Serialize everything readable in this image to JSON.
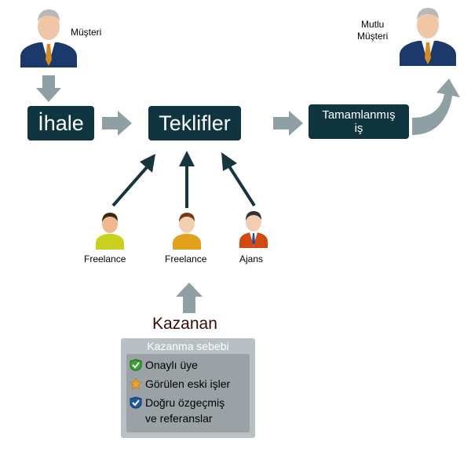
{
  "people": {
    "client_label": "Müşteri",
    "happy_client_label": "Mutlu\nMüşteri",
    "freelance1_label": "Freelance",
    "freelance2_label": "Freelance",
    "agency_label": "Ajans"
  },
  "flow": {
    "tender": "İhale",
    "offers": "Teklifler",
    "completed": "Tamamlanmış\niş"
  },
  "winner": {
    "title": "Kazanan",
    "panel_title": "Kazanma sebebi",
    "reasons": [
      {
        "icon": "green-check-shield-icon",
        "text": "Onaylı üye"
      },
      {
        "icon": "star-icon",
        "text": "Görülen eski işler"
      },
      {
        "icon": "blue-check-shield-icon",
        "text": "Doğru özgeçmiş\nve referanslar"
      }
    ]
  },
  "colors": {
    "box": "#0f3540",
    "arrow_gray": "#8fa0a4",
    "arrow_dark": "#17353d",
    "panel": "#b8c0c4",
    "winner_text": "#3a0a0a"
  }
}
